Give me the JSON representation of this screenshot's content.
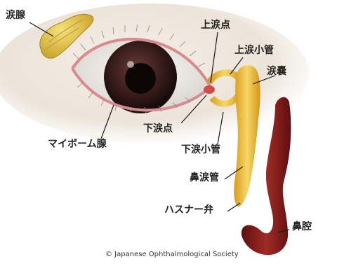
{
  "labels": {
    "lacrimal_gland": "涙腺",
    "upper_punctum": "上涙点",
    "upper_canaliculus": "上涙小管",
    "lacrimal_sac": "涙嚢",
    "lower_punctum": "下涙点",
    "meibomian_gland": "マイボーム腺",
    "lower_canaliculus": "下涙小管",
    "nasolacrimal_duct": "鼻涙管",
    "hasner_valve": "ハスナー弁",
    "nasal_cavity": "鼻腔"
  },
  "copyright": "© Japanese Ophthalmological Society",
  "colors": {
    "sclera": "#f4f2ef",
    "iris": "#3a1e1c",
    "pupil": "#0c0606",
    "lid_margin": "#d98a8f",
    "gland": "#e6c848",
    "duct_yellow": "#f2c23a",
    "nasal_red": "#8a1c1c"
  }
}
